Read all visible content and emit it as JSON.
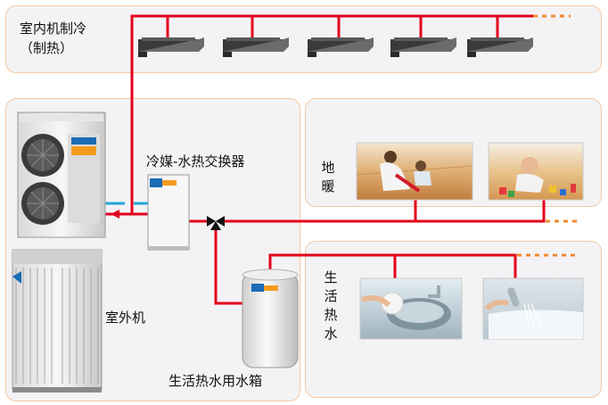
{
  "labels": {
    "indoor_title_line1": "室内机制冷",
    "indoor_title_line2": "（制热）",
    "exchanger": "冷媒-水热交换器",
    "outdoor_unit": "室外机",
    "tank": "生活热水用水箱",
    "floor_heating": "地暖",
    "hot_water": "生活热水"
  },
  "colors": {
    "refrigerant_pipe": "#e3001b",
    "water_pipe": "#22a6d8",
    "panel_bg": "#f3f3f5",
    "panel_border": "#f5c9a3",
    "dashed_extension": "#f08a30"
  },
  "icons": {
    "indoor_unit": "ducted-indoor-unit-icon",
    "outdoor_unit": "outdoor-condenser-unit-icon",
    "exchanger": "heat-exchanger-icon",
    "valve": "three-way-valve-icon",
    "tank": "hot-water-tank-icon",
    "photo_floor_heating": "family-on-floor-photo",
    "photo_baby": "baby-playing-photo",
    "photo_sink": "kitchen-sink-photo",
    "photo_shower": "shower-photo"
  }
}
